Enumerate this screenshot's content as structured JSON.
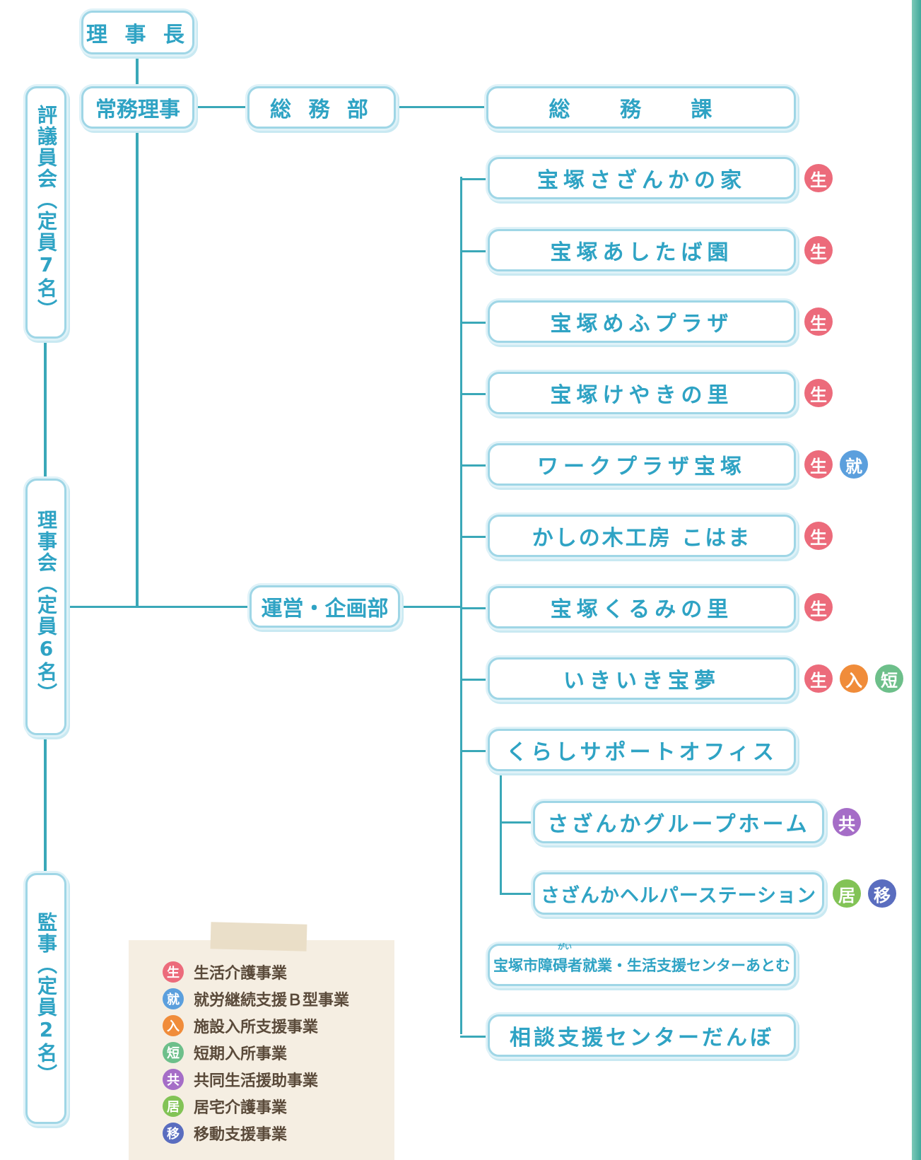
{
  "top": {
    "chairman": "理 事 長",
    "managing_director": "常務理事",
    "general_affairs_dept": "総 務 部",
    "general_affairs_section": "総 務 課",
    "operations_dept": "運営・企画部"
  },
  "governance": {
    "councillors": "評議員会（定員7名）",
    "board": "理事会（定員6名）",
    "auditors": "監事（定員2名）"
  },
  "facilities": [
    {
      "name": "宝塚さざんかの家",
      "badges": [
        "生"
      ]
    },
    {
      "name": "宝塚あしたば園",
      "badges": [
        "生"
      ]
    },
    {
      "name": "宝塚めふプラザ",
      "badges": [
        "生"
      ]
    },
    {
      "name": "宝塚けやきの里",
      "badges": [
        "生"
      ]
    },
    {
      "name": "ワークプラザ宝塚",
      "badges": [
        "生",
        "就"
      ]
    },
    {
      "name": "かしの木工房 こはま",
      "badges": [
        "生"
      ]
    },
    {
      "name": "宝塚くるみの里",
      "badges": [
        "生"
      ]
    },
    {
      "name": "いきいき宝夢",
      "badges": [
        "生",
        "入",
        "短"
      ]
    },
    {
      "name": "くらしサポートオフィス",
      "badges": []
    },
    {
      "name": "さざんかグループホーム",
      "badges": [
        "共"
      ]
    },
    {
      "name": "さざんかヘルパーステーション",
      "badges": [
        "居",
        "移"
      ]
    },
    {
      "name": "宝塚市障碍者就業・生活支援センターあとむ",
      "badges": []
    },
    {
      "name": "相談支援センターだんぼ",
      "badges": []
    }
  ],
  "furigana": "がい",
  "legend": [
    {
      "badge": "生",
      "label": "生活介護事業",
      "color": "#ec6b7b"
    },
    {
      "badge": "就",
      "label": "就労継続支援Ｂ型事業",
      "color": "#5b9fdd"
    },
    {
      "badge": "入",
      "label": "施設入所支援事業",
      "color": "#f08c3a"
    },
    {
      "badge": "短",
      "label": "短期入所事業",
      "color": "#6dbf8a"
    },
    {
      "badge": "共",
      "label": "共同生活援助事業",
      "color": "#a56dc7"
    },
    {
      "badge": "居",
      "label": "居宅介護事業",
      "color": "#82c356"
    },
    {
      "badge": "移",
      "label": "移動支援事業",
      "color": "#5a6dbf"
    }
  ]
}
